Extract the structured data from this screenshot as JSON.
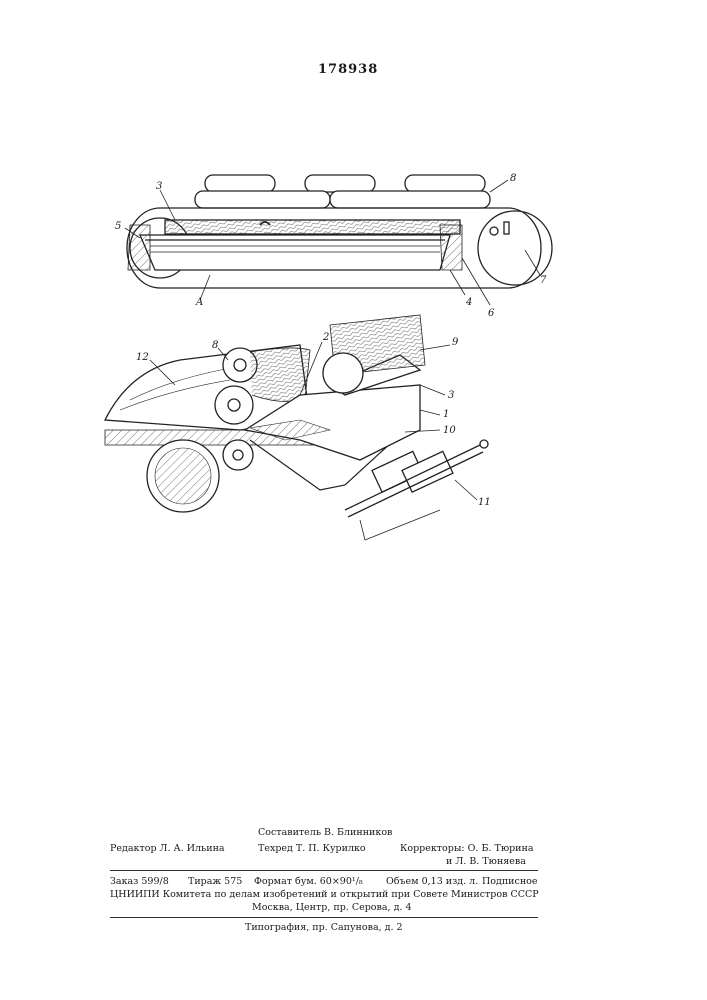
{
  "document": {
    "number": "178938",
    "figure_labels": {
      "top": [
        "3",
        "8",
        "5",
        "7",
        "A",
        "4",
        "6"
      ],
      "bottom": [
        "8",
        "2",
        "9",
        "12",
        "3",
        "1",
        "10",
        "11"
      ]
    },
    "credits": {
      "compiler": "Составитель В. Блинников",
      "editor": "Редактор Л. А. Ильина",
      "techred": "Техред Т. П. Курилко",
      "correctors_1": "Корректоры: О. Б. Тюрина",
      "correctors_2": "и Л. В. Тюняева"
    },
    "imprint": {
      "order": "Заказ 599/8",
      "print_run": "Тираж 575",
      "format": "Формат бум. 60×90¹/₈",
      "volume": "Объем 0,13 изд. л.",
      "subscription": "Подписное",
      "institute": "ЦНИИПИ Комитета по делам изобретений и открытий при Совете Министров СССР",
      "address": "Москва, Центр, пр. Серова, д. 4",
      "printer": "Типография, пр. Сапунова, д. 2"
    }
  }
}
